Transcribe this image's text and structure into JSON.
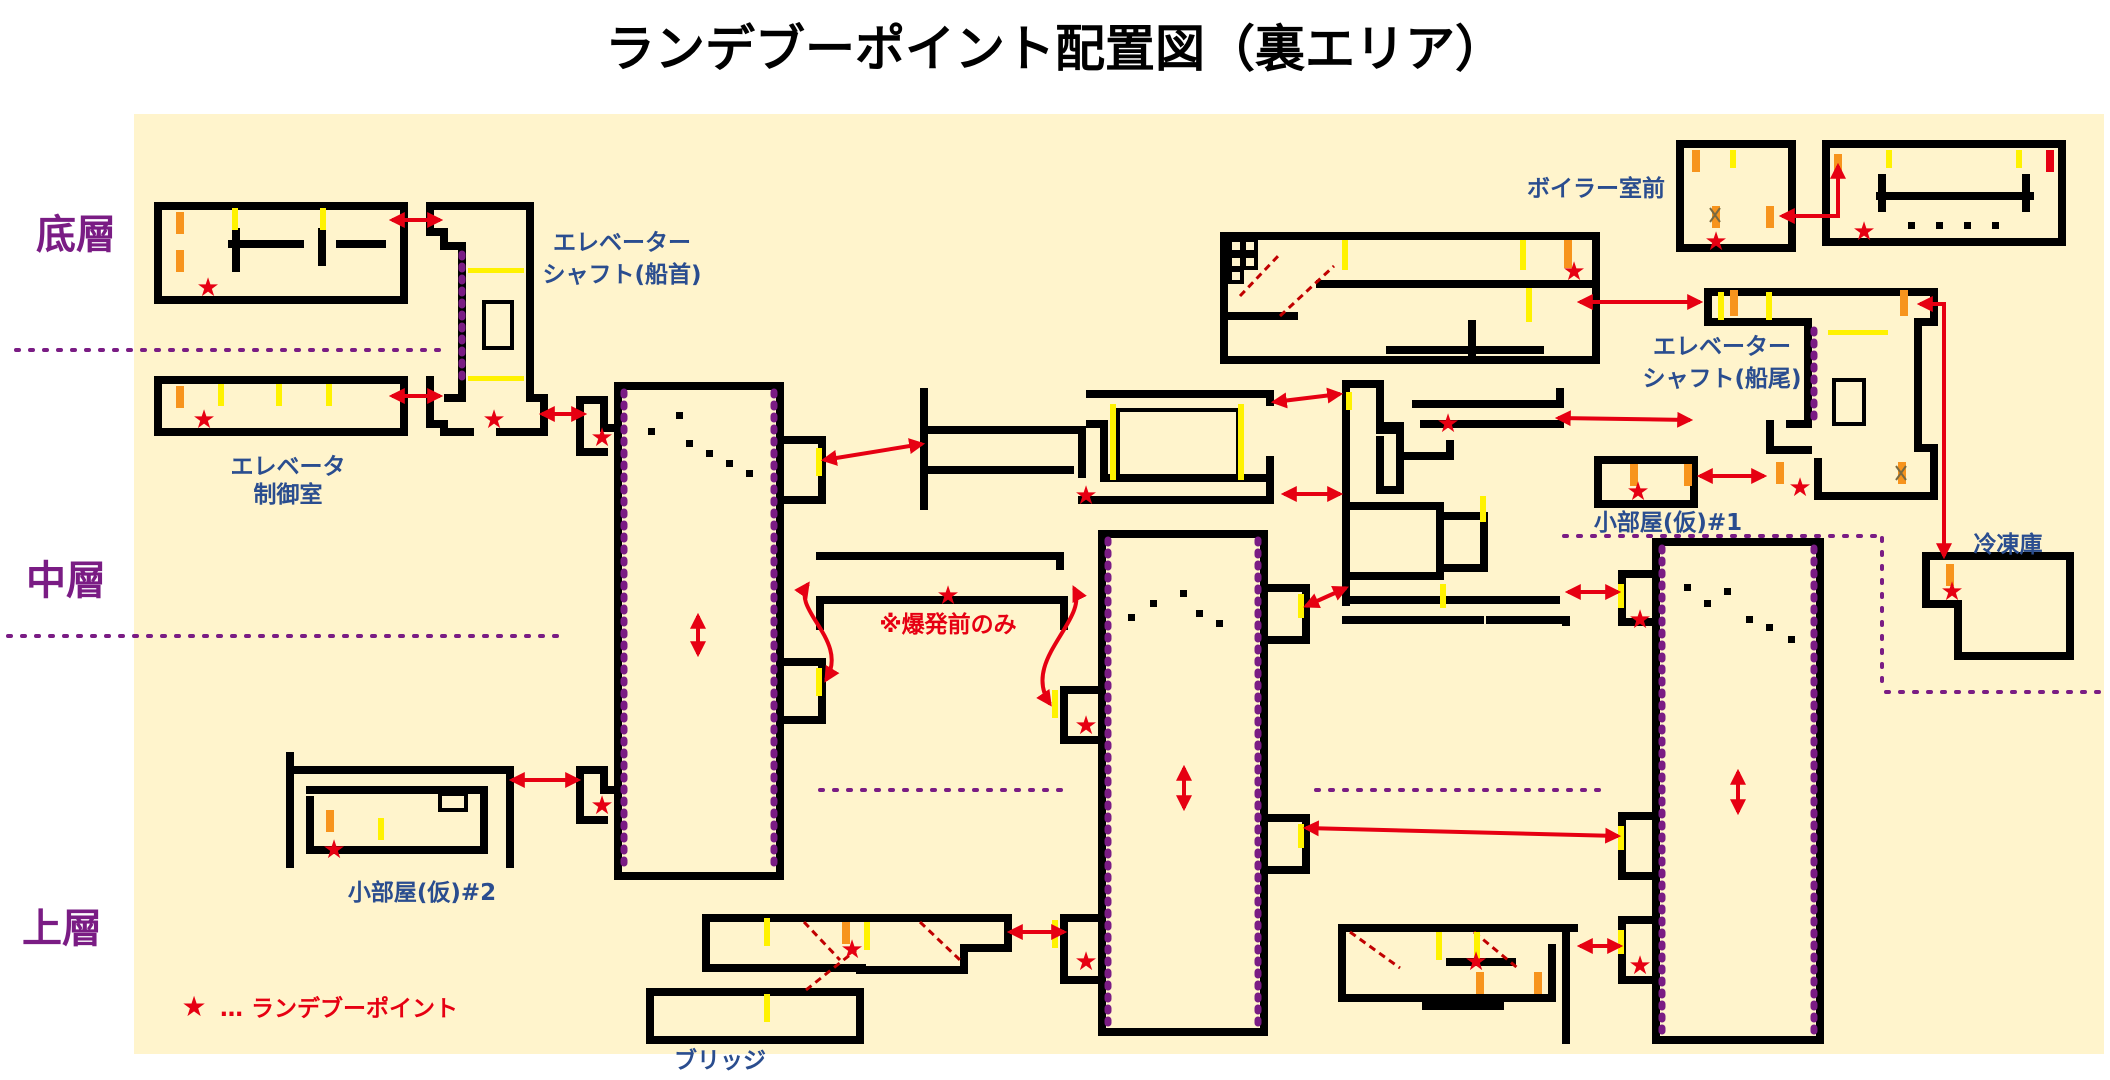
{
  "title": "ランデブーポイント配置図（裏エリア）",
  "floors": {
    "bottom": "底層",
    "middle": "中層",
    "upper": "上層"
  },
  "rooms": {
    "elevator_shaft_bow_1": "エレベーター",
    "elevator_shaft_bow_2": "シャフト(船首)",
    "elevator_control_1": "エレベータ",
    "elevator_control_2": "制御室",
    "boiler_front": "ボイラー室前",
    "elevator_shaft_stern_1": "エレベーター",
    "elevator_shaft_stern_2": "シャフト(船尾)",
    "small_room_1": "小部屋(仮)#1",
    "freezer": "冷凍庫",
    "small_room_2": "小部屋(仮)#2",
    "bridge": "ブリッジ"
  },
  "notes": {
    "before_explosion": "※爆発前のみ"
  },
  "legend": {
    "marker": "★",
    "text": "… ランデブーポイント"
  },
  "colors": {
    "background": "#fff4cc",
    "wall": "#000000",
    "rendezvous_marker": "#e60012",
    "connection_arrow": "#e60012",
    "door": "#fff200",
    "locker": "#f7941d",
    "floor_label": "#7a1c84",
    "room_label": "#2a4d8f"
  }
}
